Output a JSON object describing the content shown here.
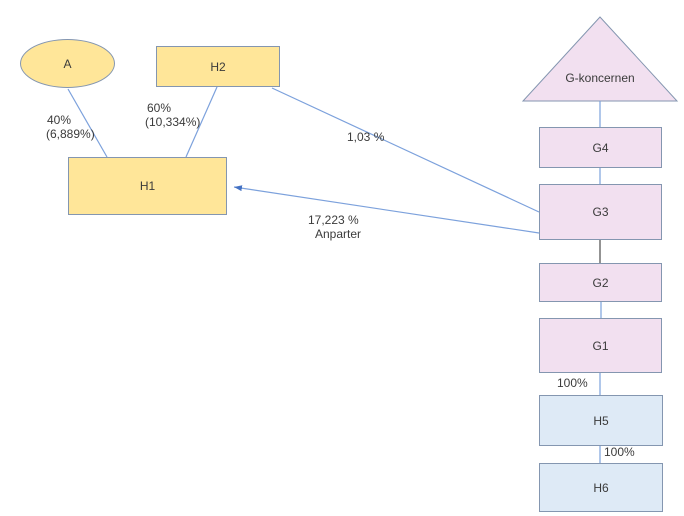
{
  "diagram": {
    "nodes": {
      "a": {
        "label": "A",
        "shape": "ellipse"
      },
      "h2": {
        "label": "H2",
        "shape": "rectangle"
      },
      "h1": {
        "label": "H1",
        "shape": "rectangle"
      },
      "g_koncernen": {
        "label": "G-koncernen",
        "shape": "triangle"
      },
      "g4": {
        "label": "G4",
        "shape": "rectangle"
      },
      "g3": {
        "label": "G3",
        "shape": "rectangle"
      },
      "g2": {
        "label": "G2",
        "shape": "rectangle"
      },
      "g1": {
        "label": "G1",
        "shape": "rectangle"
      },
      "h5": {
        "label": "H5",
        "shape": "rectangle"
      },
      "h6": {
        "label": "H6",
        "shape": "rectangle"
      }
    },
    "edges": {
      "a_to_h1": {
        "label_line1": "40%",
        "label_line2": "(6,889%)"
      },
      "h2_to_h1": {
        "label_line1": "60%",
        "label_line2": "(10,334%)"
      },
      "h2_to_g3": {
        "label": "1,03 %"
      },
      "g3_to_h1": {
        "label_line1": "17,223 %",
        "label_line2": "Anparter"
      },
      "g1_to_h5": {
        "label": "100%"
      },
      "h5_to_h6": {
        "label": "100%"
      }
    },
    "colors": {
      "yellow_fill": "#FFE699",
      "pink_fill": "#F2E0F0",
      "blue_fill": "#DEEAF6",
      "shape_border": "#8496B0",
      "connector_blue": "#7CA1DC",
      "connector_dark": "#3B3B3B",
      "arrow_blue": "#4472C4",
      "text": "#3B3B3B"
    }
  }
}
